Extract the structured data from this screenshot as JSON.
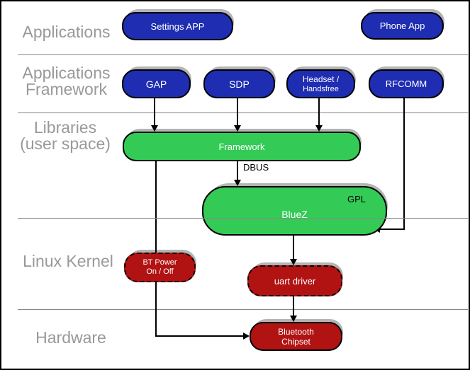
{
  "diagram_title": "Bluetooth software stack diagram",
  "colors": {
    "app_node": "#1e2db2",
    "userspace_node": "#33cb55",
    "kernel_node": "#b11212",
    "shadow": "#b4b4b4",
    "layer_label": "#999999",
    "divider": "#888888",
    "connector": "#000000",
    "node_text": "#ffffff"
  },
  "layers": {
    "applications": "Applications",
    "app_framework_line1": "Applications",
    "app_framework_line2": "Framework",
    "libraries_line1": "Libraries",
    "libraries_line2": "(user space)",
    "linux_kernel": "Linux Kernel",
    "hardware": "Hardware"
  },
  "nodes": {
    "settings_app": "Settings APP",
    "phone_app": "Phone App",
    "gap": "GAP",
    "sdp": "SDP",
    "headset_line1": "Headset /",
    "headset_line2": "Handsfree",
    "rfcomm": "RFCOMM",
    "framework": "Framework",
    "bluez": "BlueZ",
    "gpl_tag": "GPL",
    "bt_power_line1": "BT Power",
    "bt_power_line2": "On / Off",
    "uart_driver": "uart driver",
    "chipset_line1": "Bluetooth",
    "chipset_line2": "Chipset"
  },
  "edges": {
    "dbus_label": "DBUS"
  }
}
